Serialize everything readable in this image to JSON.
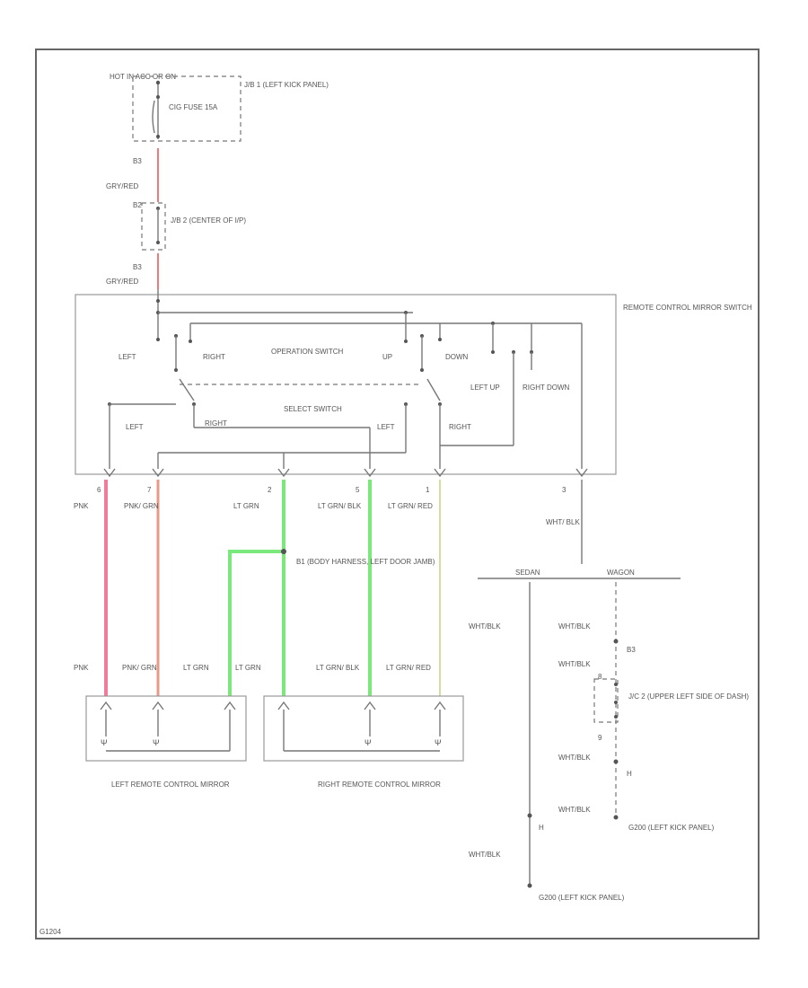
{
  "colors": {
    "wire_pink": "#f27a9a",
    "wire_pink_green": "#e79a88",
    "wire_lt_green": "#7be87b",
    "wire_lt_green_red": "#d7dca0",
    "wire_gray_red": "#f07a7a",
    "line": "#777777",
    "text": "#555555"
  },
  "power": {
    "hot_label": "HOT IN ACC OR ON",
    "fuse_label": "CIG FUSE 15A",
    "jb1_label": "J/B 1 (LEFT KICK PANEL)",
    "pin_b3": "B3",
    "pin_b3_lower": "B3",
    "pin_b2": "B2",
    "jb2_label": "J/B 2 (CENTER OF I/P)",
    "wire_gry_red_1": "GRY/RED",
    "wire_gry_red_2": "GRY/RED"
  },
  "switch": {
    "title": "REMOTE CONTROL MIRROR SWITCH",
    "left": "LEFT",
    "right": "RIGHT",
    "operation": "OPERATION SWITCH",
    "up": "UP",
    "down": "DOWN",
    "left_up": "LEFT UP",
    "right_down": "RIGHT DOWN",
    "left2": "LEFT",
    "right2": "RIGHT",
    "select": "SELECT SWITCH",
    "left3": "LEFT",
    "right3": "RIGHT"
  },
  "pins": {
    "p6": "6",
    "p7": "7",
    "p2": "2",
    "p5": "5",
    "p3": "3",
    "p1": "1"
  },
  "wires": {
    "pnk": "PNK",
    "pnk_grn": "PNK/ GRN",
    "lt_grn": "LT GRN",
    "lt_grn_blk": "LT GRN/ BLK",
    "lt_grn_red": "LT GRN/ RED",
    "wht_blk": "WHT/ BLK",
    "pnk_b": "PNK",
    "pnk_grn_b": "PNK/ GRN",
    "lt_grn_b": "LT GRN",
    "lt_grn_c": "LT GRN",
    "lt_grn_blk_b": "LT GRN/ BLK",
    "lt_grn_red_b": "LT GRN/ RED"
  },
  "splice": {
    "label": "B1 (BODY HARNESS, LEFT DOOR JAMB)"
  },
  "ground": {
    "sedan": "SEDAN",
    "wagon": "WAGON",
    "wht_blk_1": "WHT/BLK",
    "wht_blk_2": "WHT/BLK",
    "wht_blk_3": "WHT/BLK",
    "wht_blk_4": "WHT/BLK",
    "wht_blk_5": "WHT/BLK",
    "wht_blk_6": "WHT/BLK",
    "b3": "B3",
    "pin_8": "8",
    "pin_9": "9",
    "jc2_label": "J/C 2 (UPPER LEFT SIDE OF DASH)",
    "h1": "H",
    "h2": "H",
    "g200_wagon": "G200 (LEFT KICK PANEL)",
    "g200_sedan": "G200 (LEFT KICK PANEL)"
  },
  "mirrors": {
    "left": "LEFT REMOTE CONTROL MIRROR",
    "right": "RIGHT REMOTE CONTROL MIRROR"
  },
  "footer_code": "G1204"
}
